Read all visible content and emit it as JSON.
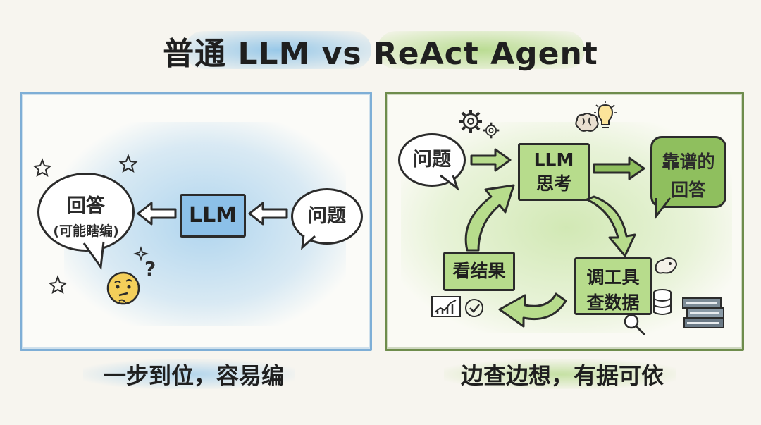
{
  "title": "普通 LLM vs ReAct Agent",
  "left": {
    "question": "问题",
    "llm": "LLM",
    "answer_line1": "回答",
    "answer_line2": "(可能瞎编)",
    "caption": "一步到位，容易编"
  },
  "right": {
    "question": "问题",
    "think_line1": "LLM",
    "think_line2": "思考",
    "answer_line1": "靠谱的",
    "answer_line2": "回答",
    "tool_line1": "调工具",
    "tool_line2": "查数据",
    "observe": "看结果",
    "caption": "边查边想，有据可依"
  },
  "colors": {
    "blue_accent": "#7eaed6",
    "green_accent": "#6e8c4c",
    "green_fill": "#8fbf5e",
    "box_blue": "#8cc0e8",
    "box_green": "#b7dc8c"
  }
}
